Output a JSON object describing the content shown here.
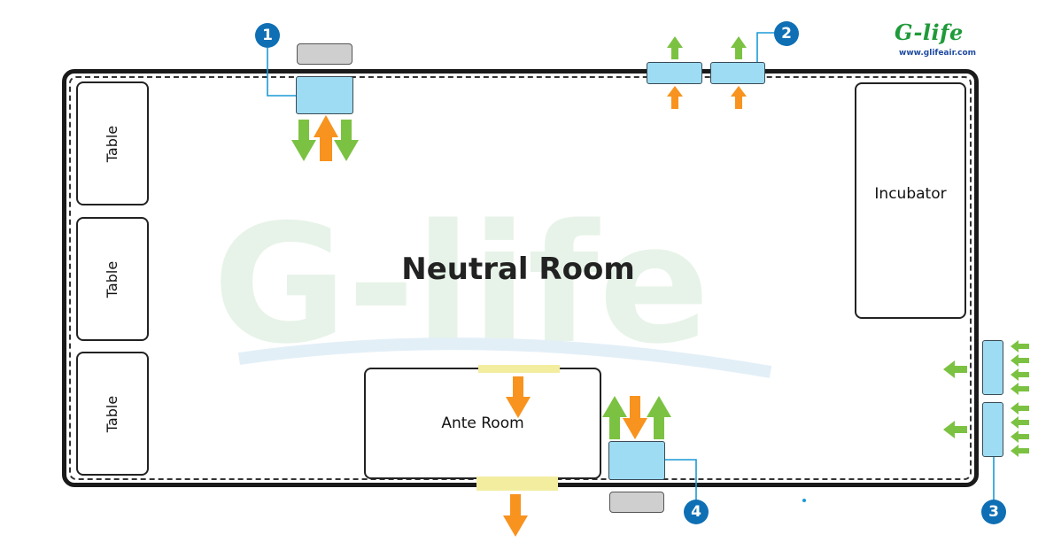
{
  "diagram": {
    "room_title": "Neutral Room",
    "incubator_label": "Incubator",
    "ante_room_label": "Ante Room",
    "tables": [
      "Table",
      "Table",
      "Table"
    ],
    "badges": [
      "1",
      "2",
      "3",
      "4"
    ]
  },
  "logo": {
    "wordmark": "G-life",
    "url": "www.glifeair.com"
  },
  "colors": {
    "fan_fill": "#9ddcf3",
    "supply_arrow": "#7cc242",
    "exhaust_arrow": "#f7931e",
    "badge": "#0f6fb4",
    "door": "#f3eda0"
  }
}
